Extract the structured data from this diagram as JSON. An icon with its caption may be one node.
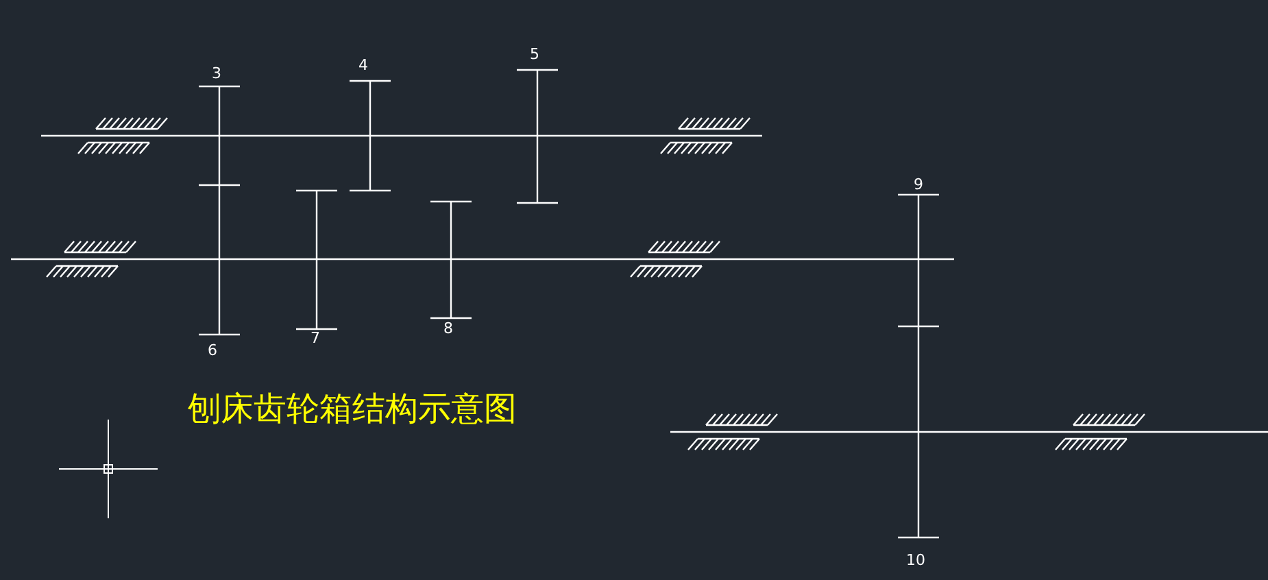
{
  "diagram": {
    "title": "刨床齿轮箱结构示意图",
    "labels": [
      "3",
      "4",
      "5",
      "9",
      "6",
      "7",
      "8",
      "10"
    ]
  }
}
